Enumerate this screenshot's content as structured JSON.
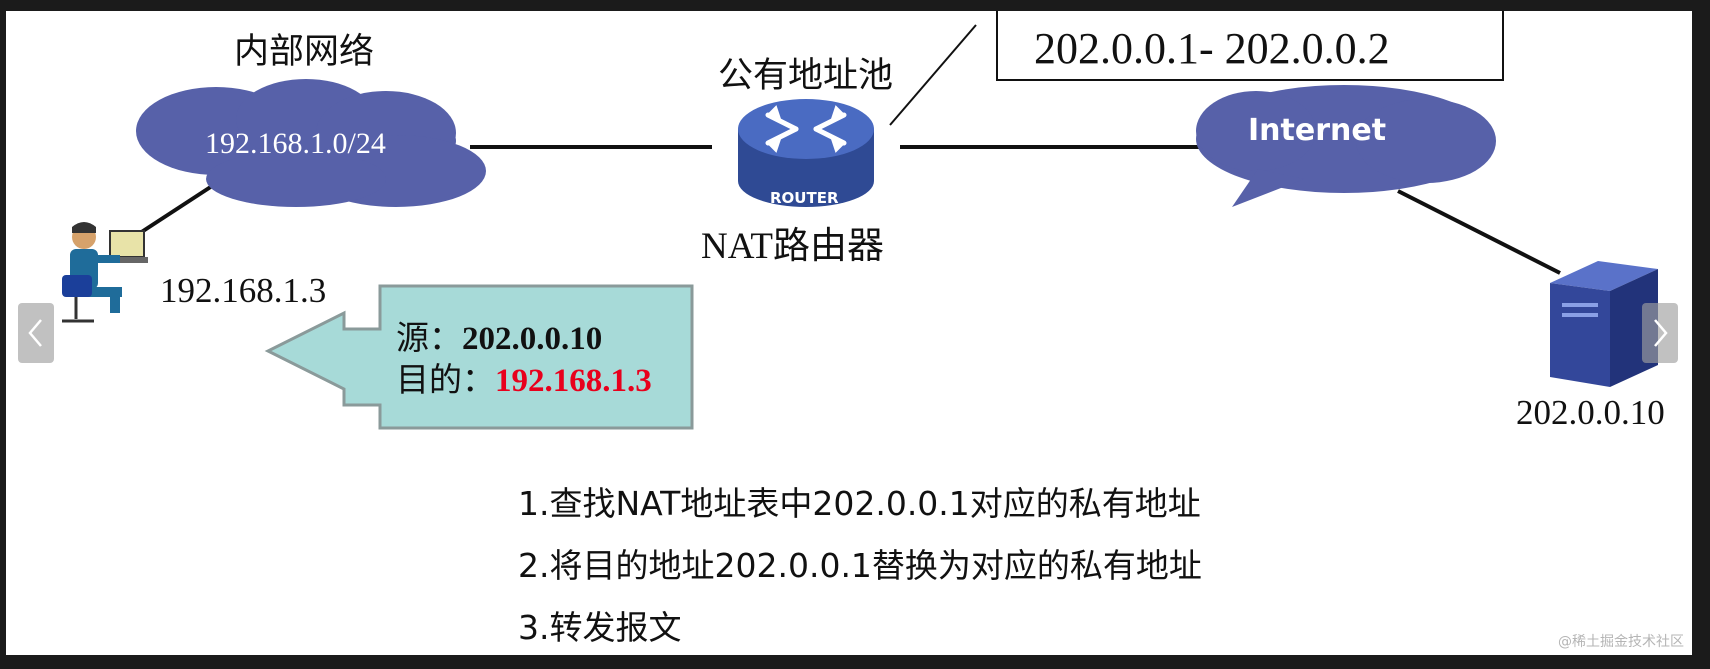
{
  "diagram": {
    "internal_network_label": "内部网络",
    "internal_subnet": "192.168.1.0/24",
    "address_pool_label": "公有地址池",
    "address_pool_range": "202.0.0.1- 202.0.0.2",
    "router_label": "NAT路由器",
    "router_badge": "ROUTER",
    "internet_label": "Internet",
    "host_ip": "192.168.1.3",
    "server_ip": "202.0.0.10",
    "packet": {
      "src_label": "源：",
      "src_value": "202.0.0.10",
      "dst_label": "目的：",
      "dst_value": "192.168.1.3"
    },
    "steps": [
      "1.查找NAT地址表中202.0.0.1对应的私有地址",
      "2.将目的地址202.0.0.1替换为对应的私有地址",
      "3.转发报文"
    ],
    "watermark": "@稀土掘金技术社区"
  },
  "colors": {
    "cloud": "#5761a9",
    "router": "#3c58a6",
    "packet_fill": "#a7dad8",
    "packet_border": "#8a9a9a",
    "dst_text": "#e8001c",
    "page_bg": "#1b1b1b"
  },
  "icons": {
    "prev": "chevron-left-icon",
    "next": "chevron-right-icon",
    "router": "router-icon",
    "user": "user-workstation-icon",
    "server": "server-icon"
  }
}
